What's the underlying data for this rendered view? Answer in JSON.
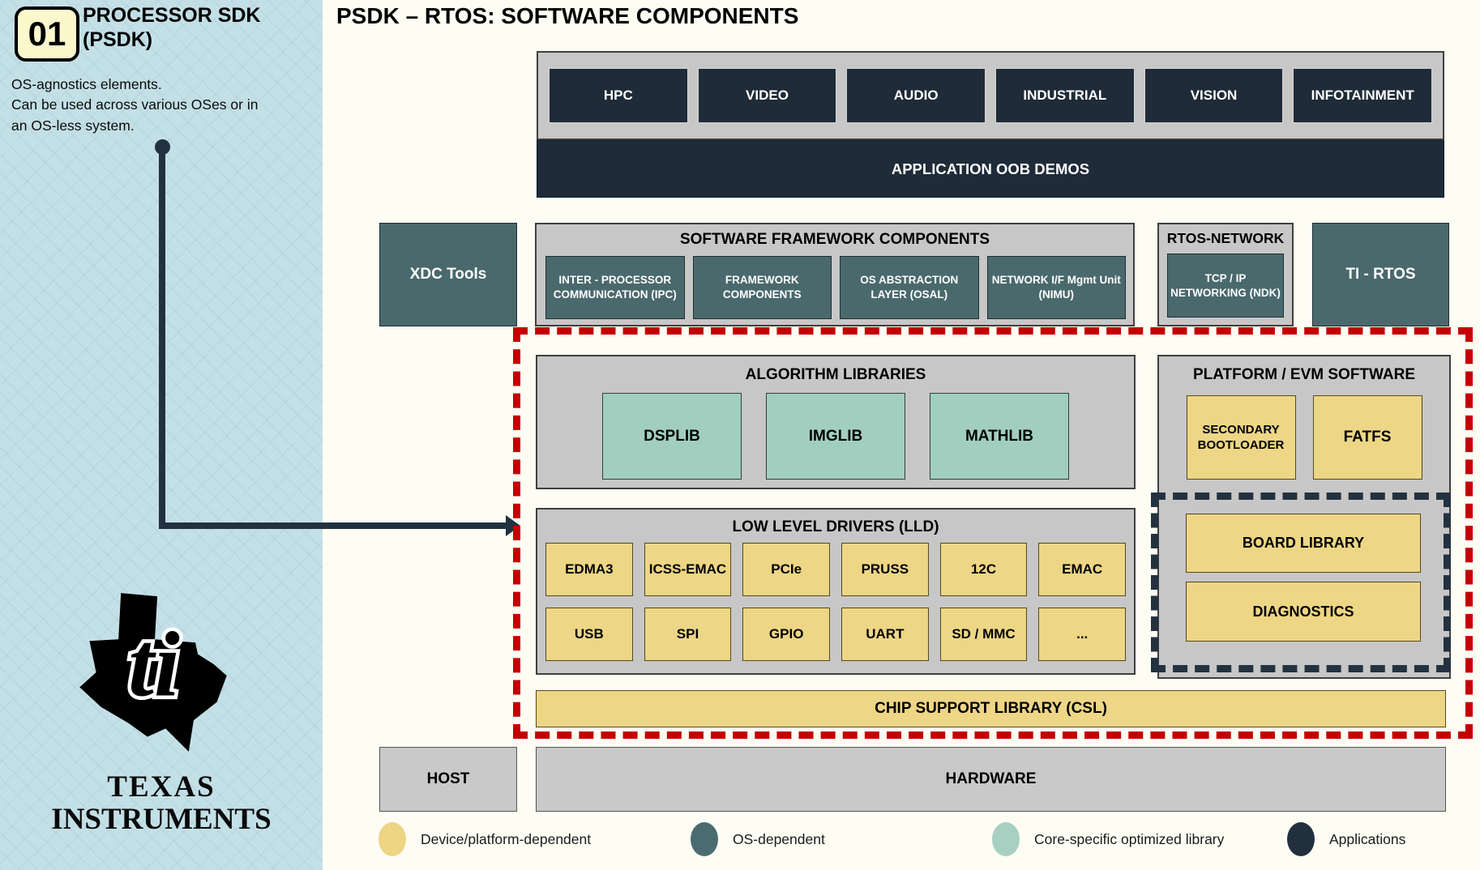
{
  "sidebar": {
    "badge": "01",
    "title": "PROCESSOR SDK (PSDK)",
    "description_lines": [
      "OS-agnostics  elements.",
      "Can be used across various OSes or in",
      "an OS-less system."
    ],
    "logo_letters": "ti",
    "brand_line1": "TEXAS",
    "brand_line2": "INSTRUMENTS"
  },
  "header": {
    "title": "PSDK – RTOS: SOFTWARE COMPONENTS"
  },
  "app_row": {
    "items": [
      "HPC",
      "VIDEO",
      "AUDIO",
      "INDUSTRIAL",
      "VISION",
      "INFOTAINMENT"
    ]
  },
  "oob_bar": "APPLICATION OOB DEMOS",
  "xdc": "XDC Tools",
  "framework": {
    "title": "SOFTWARE FRAMEWORK COMPONENTS",
    "items": [
      "INTER - PROCESSOR COMMUNICATION (IPC)",
      "FRAMEWORK COMPONENTS",
      "OS ABSTRACTION LAYER (OSAL)",
      "NETWORK I/F Mgmt Unit (NIMU)"
    ]
  },
  "rtos_network": {
    "title": "RTOS-NETWORK",
    "item": "TCP / IP NETWORKING (NDK)"
  },
  "ti_rtos": "TI - RTOS",
  "algorithm": {
    "title": "ALGORITHM LIBRARIES",
    "items": [
      "DSPLIB",
      "IMGLIB",
      "MATHLIB"
    ]
  },
  "platform": {
    "title": "PLATFORM / EVM SOFTWARE",
    "items": [
      "SECONDARY BOOTLOADER",
      "FATFS"
    ],
    "board_items": [
      "BOARD LIBRARY",
      "DIAGNOSTICS"
    ]
  },
  "lld": {
    "title": "LOW LEVEL DRIVERS (LLD)",
    "row1": [
      "EDMA3",
      "ICSS-EMAC",
      "PCIe",
      "PRUSS",
      "12C",
      "EMAC"
    ],
    "row2": [
      "USB",
      "SPI",
      "GPIO",
      "UART",
      "SD / MMC",
      "..."
    ]
  },
  "csl": "CHIP SUPPORT LIBRARY (CSL)",
  "host": "HOST",
  "hardware": "HARDWARE",
  "legend": [
    {
      "label": "Device/platform-dependent",
      "color": "#EDD584"
    },
    {
      "label": "OS-dependent",
      "color": "#4A6C70"
    },
    {
      "label": "Core-specific optimized library",
      "color": "#A8D0C2"
    },
    {
      "label": "Applications",
      "color": "#22303E"
    }
  ],
  "colors": {
    "dark_navy": "#1F2B38",
    "teal": "#4A696D",
    "yellow": "#EDD685",
    "green": "#A2CEC0",
    "red_dotted": "#C40000",
    "sidebar_blue": "#C4E0E7"
  }
}
